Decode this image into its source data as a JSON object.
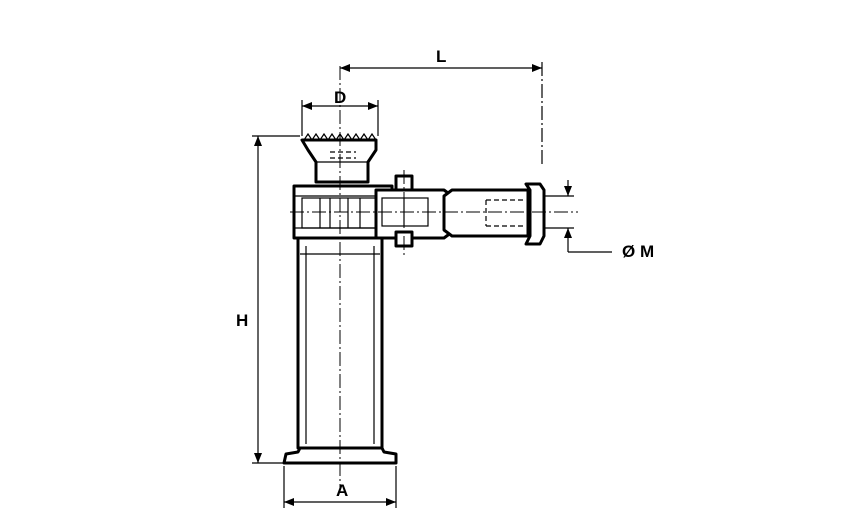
{
  "dimensions": {
    "L": "L",
    "D": "D",
    "H": "H",
    "A": "A",
    "M": "Ø M"
  }
}
